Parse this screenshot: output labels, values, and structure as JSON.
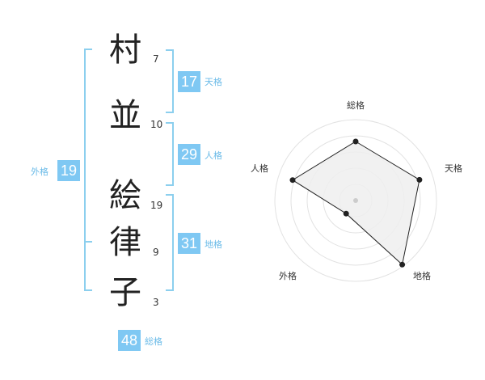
{
  "name_characters": [
    {
      "char": "村",
      "strokes": "7"
    },
    {
      "char": "並",
      "strokes": "10"
    },
    {
      "char": "絵",
      "strokes": "19"
    },
    {
      "char": "律",
      "strokes": "9"
    },
    {
      "char": "子",
      "strokes": "3"
    }
  ],
  "kakusu": {
    "tenkaku": {
      "value": "17",
      "label": "天格"
    },
    "jinkaku": {
      "value": "29",
      "label": "人格"
    },
    "chikaku": {
      "value": "31",
      "label": "地格"
    },
    "gaikaku": {
      "value": "19",
      "label": "外格"
    },
    "soukaku": {
      "value": "48",
      "label": "総格"
    }
  },
  "colors": {
    "accent": "#7fc8f3",
    "bracket": "#8ccfee",
    "label": "#6bbbe8",
    "radar_fill": "#efefef",
    "radar_line": "#222222"
  },
  "chart_data": {
    "type": "radar",
    "axes": [
      "総格",
      "天格",
      "地格",
      "外格",
      "人格"
    ],
    "values": [
      0.73,
      0.83,
      0.98,
      0.2,
      0.82
    ],
    "rings": 5,
    "max": 1
  }
}
